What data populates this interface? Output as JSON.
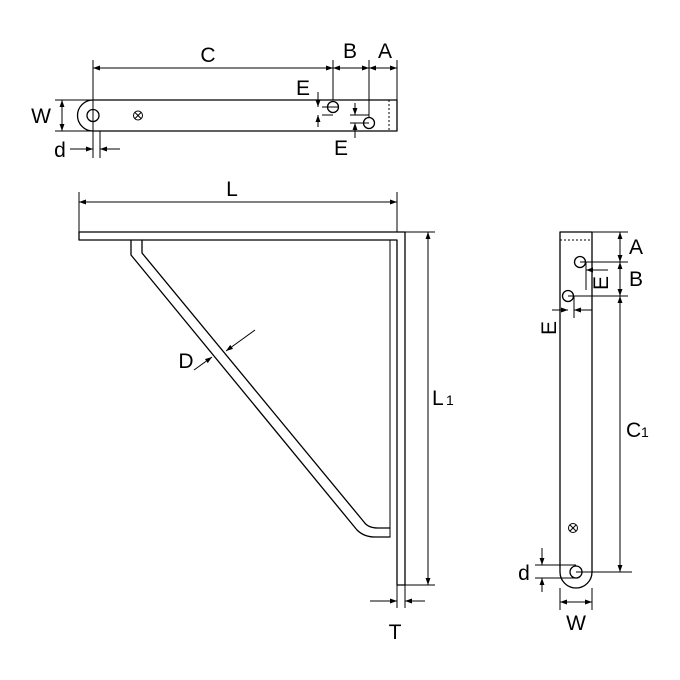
{
  "labels": {
    "top_C": "C",
    "top_B": "B",
    "top_A": "A",
    "top_E1": "E",
    "top_E2": "E",
    "top_W": "W",
    "top_d": "d",
    "main_L": "L",
    "main_L1": "L",
    "main_L1_sub": "1",
    "main_D": "D",
    "main_T": "T",
    "side_A": "A",
    "side_B": "B",
    "side_E1": "E",
    "side_E2": "E",
    "side_C1": "C",
    "side_C1_sub": "1",
    "side_d": "d",
    "side_W": "W"
  }
}
